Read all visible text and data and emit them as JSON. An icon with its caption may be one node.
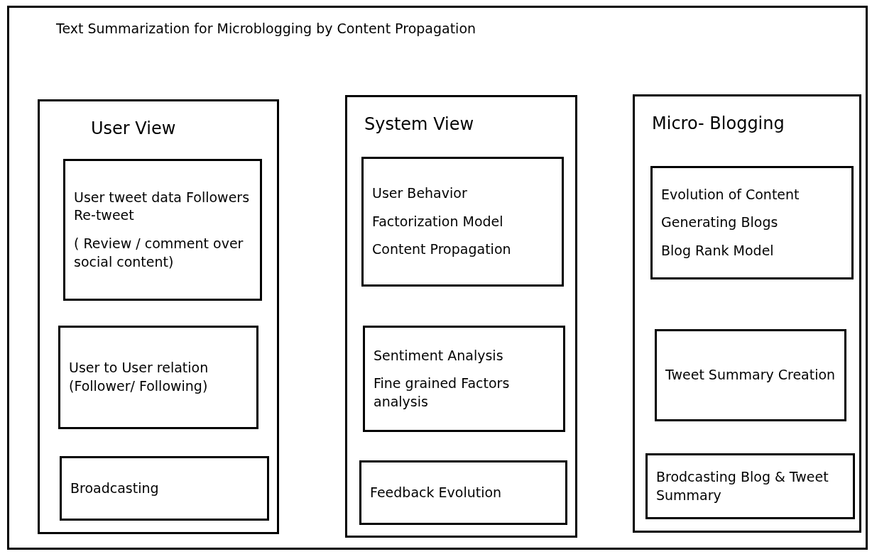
{
  "diagram": {
    "nodes": [
      {
        "text": [
          "Text Summarization for Microblogging by Content Propagation"
        ]
      },
      {
        "text": [
          "User View"
        ],
        "in": 0
      },
      {
        "text": [
          "User tweet data Followers Re-tweet",
          "( Review / comment over social content)"
        ],
        "in": 1
      },
      {
        "text": [
          "User to User relation (Follower/ Following)"
        ],
        "in": 1
      },
      {
        "text": [
          "Broadcasting"
        ],
        "in": 1
      },
      {
        "text": [
          "System View"
        ],
        "in": 0
      },
      {
        "text": [
          "User Behavior",
          "Factorization Model",
          "Content Propagation"
        ],
        "in": 5
      },
      {
        "text": [
          "Sentiment Analysis",
          "Fine grained Factors analysis"
        ],
        "in": 5
      },
      {
        "text": [
          "Feedback Evolution"
        ],
        "in": 5
      },
      {
        "text": [
          "Micro- Blogging"
        ],
        "in": 0
      },
      {
        "text": [
          "Evolution of Content",
          "Generating Blogs",
          "Blog Rank Model"
        ],
        "in": 9
      },
      {
        "text": [
          "Tweet Summary Creation"
        ],
        "in": 9
      },
      {
        "text": [
          "Brodcasting Blog & Tweet Summary"
        ],
        "in": 9
      }
    ]
  }
}
